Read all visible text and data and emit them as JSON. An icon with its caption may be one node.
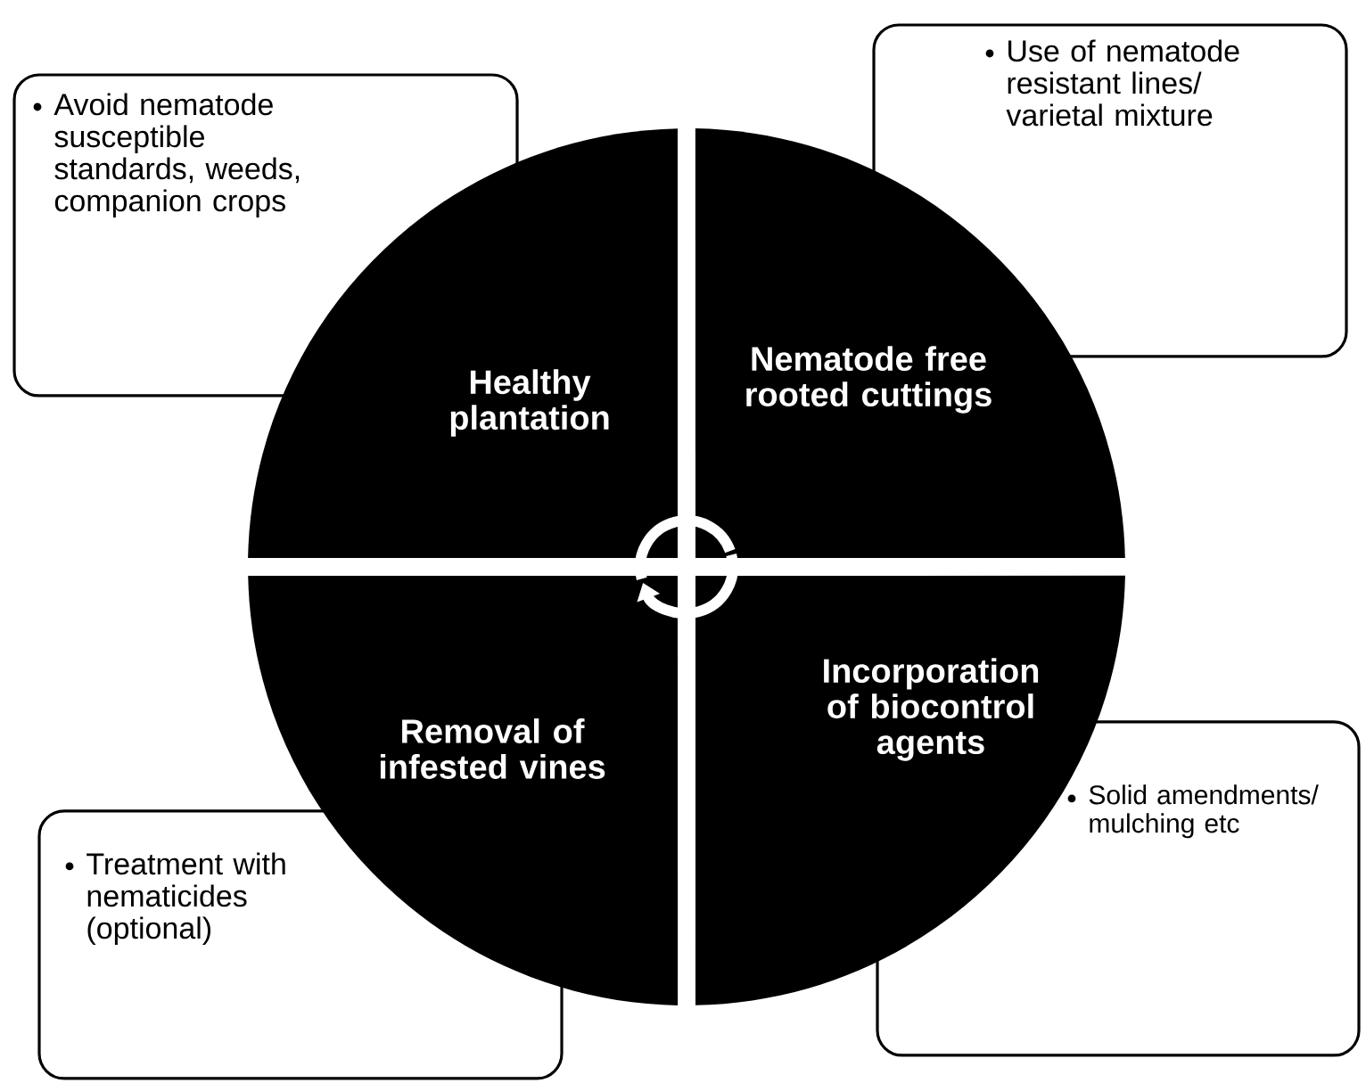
{
  "diagram": {
    "nodes": [
      {
        "text": [
          "Avoid nematode susceptible standards, weeds, companion crops"
        ]
      },
      {
        "text": [
          "Use of nematode resistant lines/ varietal mixture"
        ]
      },
      {
        "text": [
          "Healthy plantation"
        ]
      },
      {
        "text": [
          "Nematode free rooted cuttings"
        ]
      },
      {
        "text": [
          "Removal of infested vines"
        ]
      },
      {
        "text": [
          "Incorporation of biocontrol agents"
        ]
      },
      {
        "text": [
          "Treatment with nematicides (optional)"
        ]
      },
      {
        "text": [
          "Solid amendments/ mulching etc"
        ]
      }
    ]
  }
}
